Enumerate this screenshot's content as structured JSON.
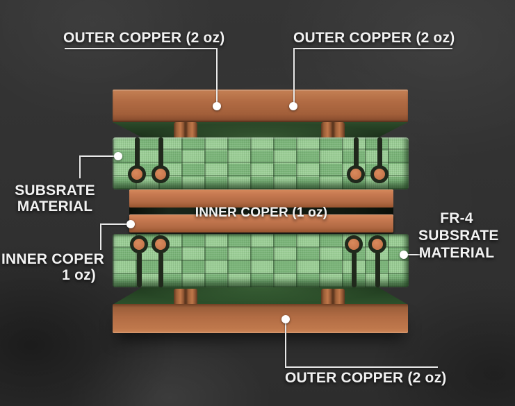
{
  "scene": {
    "subject": "3D cutaway diagram of a multilayer PCB stack-up",
    "background_color": "#313131"
  },
  "labels": {
    "outer_copper_top_left": "OUTER COPPER (2 oz)",
    "outer_copper_top_right": "OUTER COPPER (2 oz)",
    "outer_copper_bottom": "OUTER COPPER (2 oz)",
    "substrate_left": {
      "line1": "SUBSRATE",
      "line2": "MATERIAL"
    },
    "inner_copper_center": "INNER COPER (1 oz)",
    "inner_copper_left": {
      "line1": "INNER COPER",
      "line2": "1 oz)"
    },
    "fr4_right": {
      "line1": "FR-4",
      "line2": "SUBSRATE",
      "line3": "MATERIAL"
    }
  },
  "colors": {
    "copper_face": "#b26c44",
    "copper_light": "#c87f52",
    "copper_pad": "#cd7e53",
    "substrate_green": "#8cc489",
    "via_dark": "#20291c",
    "shadow_green": "#1f3a1f",
    "label_text": "#f2f2f2",
    "leader_line": "#e9e9e9"
  }
}
